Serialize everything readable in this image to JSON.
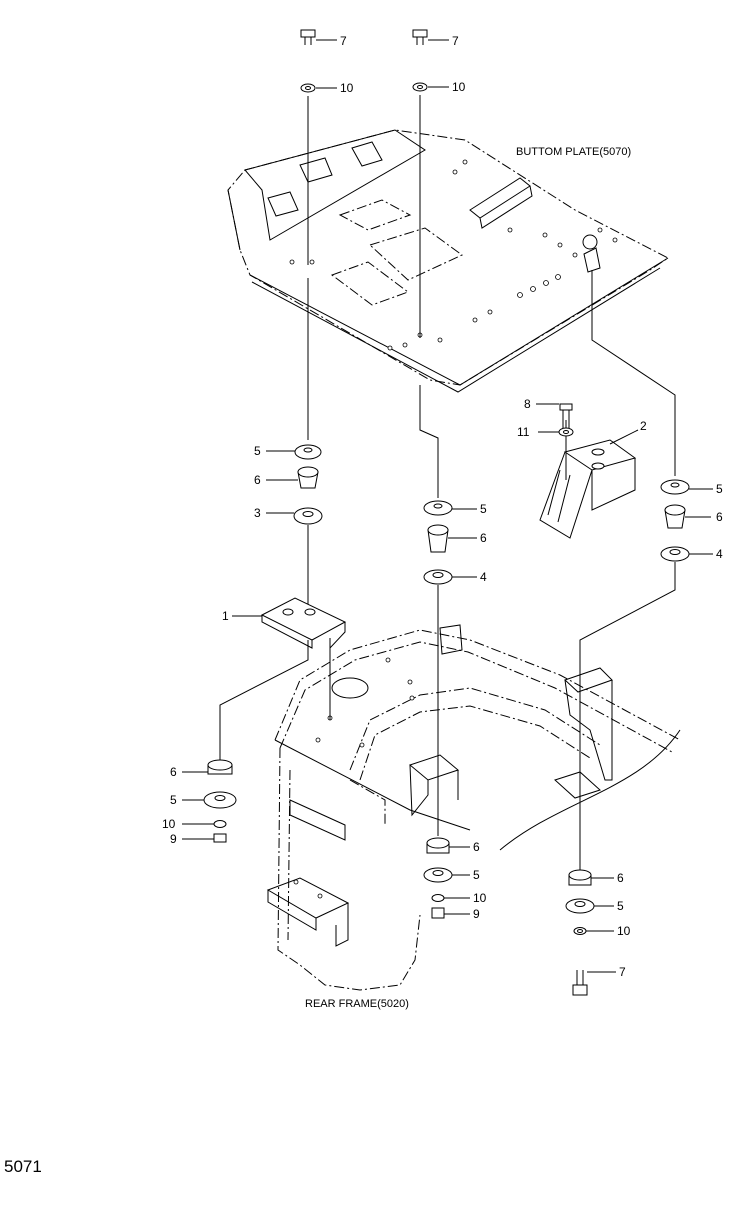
{
  "captions": {
    "bottom_plate": "BUTTOM PLATE(5070)",
    "rear_frame": "REAR FRAME(5020)",
    "page_number": "5071"
  },
  "labels": {
    "l7a": "7",
    "l7b": "7",
    "l10a": "10",
    "l10b": "10",
    "l8": "8",
    "l11": "11",
    "l2": "2",
    "l5a": "5",
    "l6a": "6",
    "l3": "3",
    "l1": "1",
    "l5b": "5",
    "l6b": "6",
    "l4a": "4",
    "l5c": "5",
    "l6c": "6",
    "l4b": "4",
    "l6d": "6",
    "l5d": "5",
    "l10c": "10",
    "l9a": "9",
    "l6e": "6",
    "l5e": "5",
    "l10d": "10",
    "l9b": "9",
    "l6f": "6",
    "l5f": "5",
    "l10e": "10",
    "l7c": "7"
  }
}
